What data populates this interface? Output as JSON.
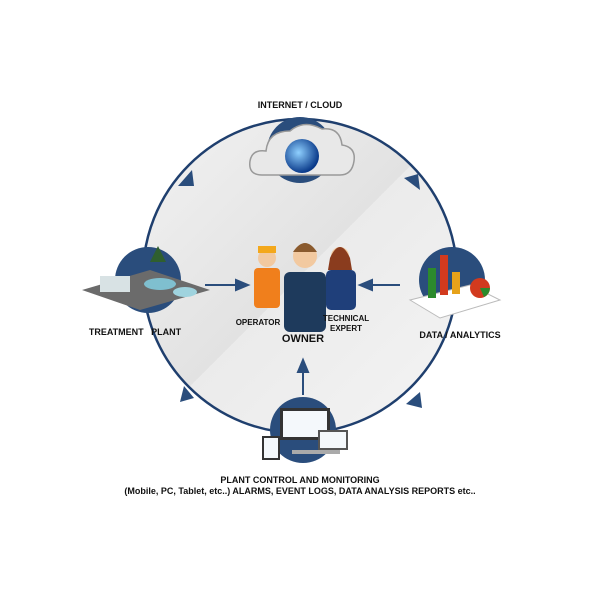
{
  "nodes": {
    "cloud": {
      "label": "INTERNET / CLOUD"
    },
    "analytics": {
      "label": "DATA / ANALYTICS"
    },
    "plant": {
      "label": "TREATMENT   PLANT"
    },
    "control": {
      "label": "PLANT CONTROL AND MONITORING",
      "sublabel": "(Mobile, PC, Tablet, etc..) ALARMS, EVENT LOGS, DATA ANALYSIS REPORTS etc.."
    }
  },
  "center": {
    "operator": "OPERATOR",
    "owner": "OWNER",
    "expert_line1": "TECHNICAL",
    "expert_line2": "EXPERT"
  },
  "colors": {
    "ring": "#1f3f6e",
    "node": "#2a4d7c",
    "fill": "#e6e6e6"
  }
}
